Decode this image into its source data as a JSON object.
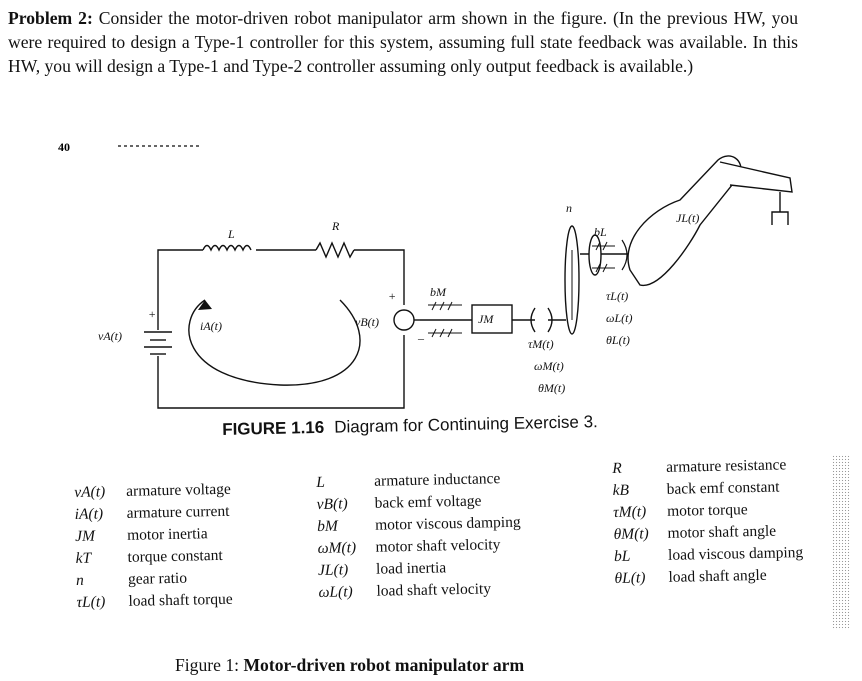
{
  "problem": {
    "lead": "Problem 2:",
    "text": "Consider the motor-driven robot manipulator arm shown in the figure. (In the previous HW, you were required to design a Type-1 controller for this system, assuming full state feedback was available. In this HW, you will design a Type-1 and Type-2 controller assuming only output feedback is available.)"
  },
  "page_header": {
    "number": "40"
  },
  "figure": {
    "number": "FIGURE 1.16",
    "title": "Diagram for Continuing Exercise 3.",
    "circuit_labels": {
      "L": "L",
      "R": "R",
      "vA": "vA(t)",
      "iA": "iA(t)",
      "vB": "vB(t)",
      "plus": "+",
      "minus": "–",
      "bM": "bM",
      "JM": "JM",
      "n": "n",
      "bL": "bL",
      "JL": "JL(t)",
      "tauM": "τM(t)",
      "omegaM": "ωM(t)",
      "thetaM": "θM(t)",
      "tauL": "τL(t)",
      "omegaL": "ωL(t)",
      "thetaL": "θL(t)"
    },
    "legend": {
      "col1": [
        {
          "sym": "vA(t)",
          "desc": "armature voltage"
        },
        {
          "sym": "iA(t)",
          "desc": "armature current"
        },
        {
          "sym": "JM",
          "desc": "motor inertia"
        },
        {
          "sym": "kT",
          "desc": "torque constant"
        },
        {
          "sym": "n",
          "desc": "gear ratio"
        },
        {
          "sym": "τL(t)",
          "desc": "load shaft torque"
        }
      ],
      "col2": [
        {
          "sym": "L",
          "desc": "armature inductance"
        },
        {
          "sym": "vB(t)",
          "desc": "back emf voltage"
        },
        {
          "sym": "bM",
          "desc": "motor viscous damping"
        },
        {
          "sym": "ωM(t)",
          "desc": "motor shaft velocity"
        },
        {
          "sym": "JL(t)",
          "desc": "load inertia"
        },
        {
          "sym": "ωL(t)",
          "desc": "load shaft velocity"
        }
      ],
      "col3": [
        {
          "sym": "R",
          "desc": "armature resistance"
        },
        {
          "sym": "kB",
          "desc": "back emf constant"
        },
        {
          "sym": "τM(t)",
          "desc": "motor torque"
        },
        {
          "sym": "θM(t)",
          "desc": "motor shaft angle"
        },
        {
          "sym": "bL",
          "desc": "load viscous damping"
        },
        {
          "sym": "θL(t)",
          "desc": "load shaft angle"
        }
      ]
    }
  },
  "figure_caption": {
    "prefix": "Figure 1:",
    "text": "Motor-driven robot manipulator arm"
  }
}
